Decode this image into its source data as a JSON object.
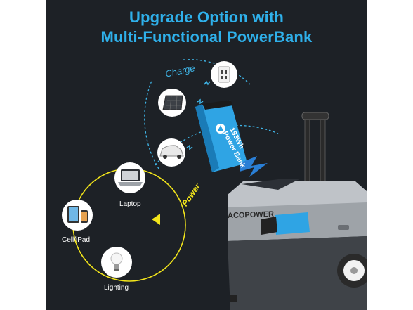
{
  "headline": {
    "line1": "Upgrade Option with",
    "line2": "Multi-Functional PowerBank"
  },
  "labels": {
    "charge": "Charge",
    "power": "Power",
    "powerbank": "193Wh Power Bank",
    "laptop": "Laptop",
    "cell_ipad": "Cell/iPad",
    "lighting": "Lighting",
    "brand": "ACOPOWER"
  },
  "colors": {
    "accent_blue": "#2fb0ea",
    "bolt_blue": "#2a7fd6",
    "power_yellow": "#f2e51b",
    "panel_bg": "#1d2126"
  },
  "icons": [
    "outlet-icon",
    "solar-panel-icon",
    "car-icon",
    "laptop-icon",
    "tablet-phone-icon",
    "light-bulb-icon"
  ]
}
